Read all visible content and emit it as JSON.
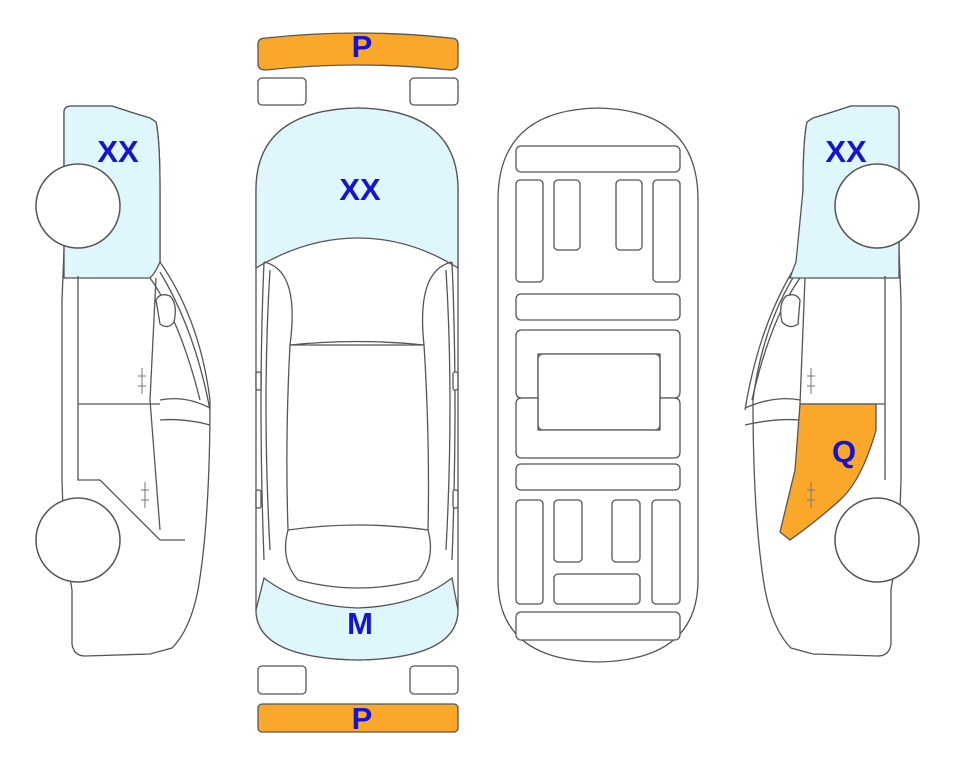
{
  "colors": {
    "light_zone": "#dff6fc",
    "orange_zone": "#fba82a",
    "label": "#1414d2",
    "outline": "#555555"
  },
  "labels": {
    "front_bumper": "P",
    "rear_bumper": "P",
    "hood_top": "XX",
    "hood_left_side": "XX",
    "hood_right_side": "XX",
    "trunk_top": "M",
    "right_rear_door": "Q"
  }
}
